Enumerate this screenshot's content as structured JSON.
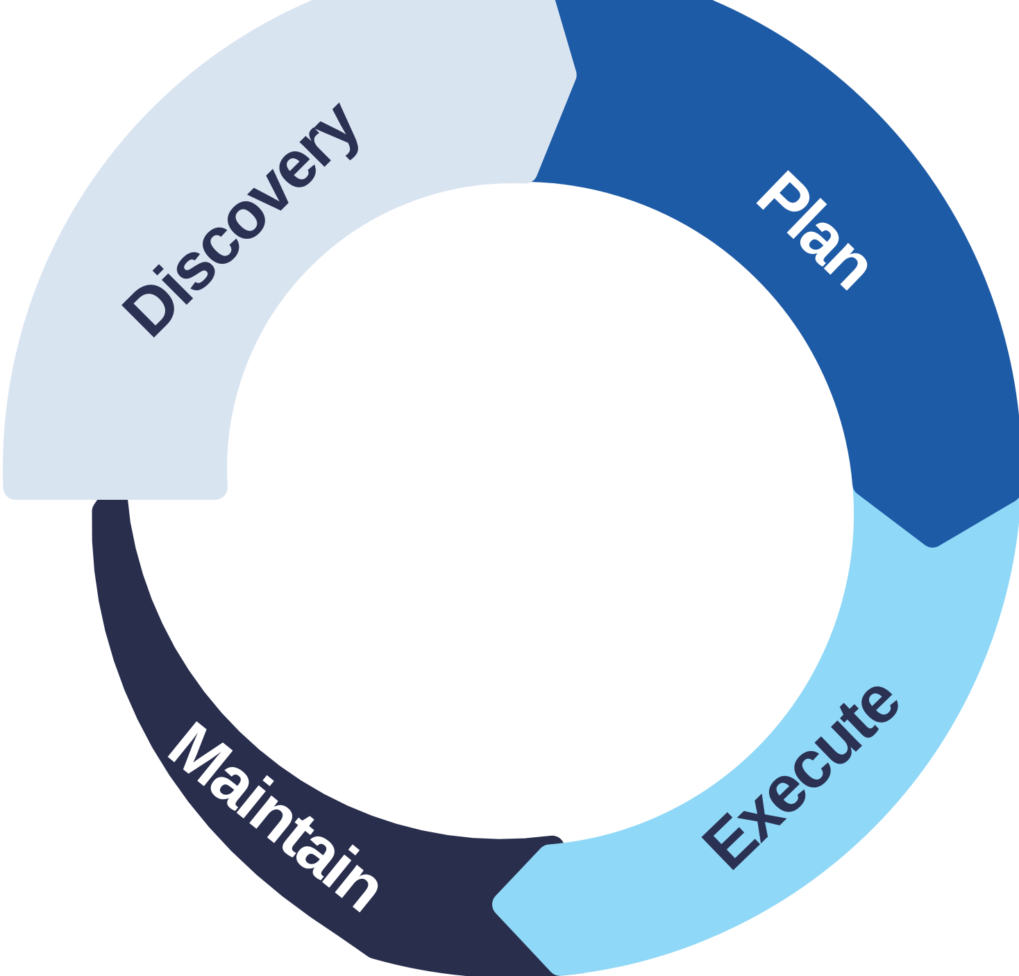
{
  "diagram": {
    "type": "cycle-diagram",
    "direction": "clockwise",
    "background": "#ffffff",
    "segments": [
      {
        "id": "discovery",
        "label": "Discovery",
        "color": "#D9E4F1",
        "label_color": "#2B3153",
        "order": 1,
        "position": "top-left",
        "end_style": "arrow",
        "start_style": "flat"
      },
      {
        "id": "plan",
        "label": "Plan",
        "color": "#1E5BA6",
        "label_color": "#FFFFFF",
        "order": 2,
        "position": "top-right",
        "end_style": "arrow",
        "start_style": "behind-previous-arrow"
      },
      {
        "id": "execute",
        "label": "Execute",
        "color": "#8FD8F7",
        "label_color": "#2B3153",
        "order": 3,
        "position": "bottom-right",
        "end_style": "arrow",
        "start_style": "behind-previous-arrow"
      },
      {
        "id": "maintain",
        "label": "Maintain",
        "color": "#292E4D",
        "label_color": "#FFFFFF",
        "order": 4,
        "position": "bottom-left",
        "end_style": "tapered-tail",
        "start_style": "behind-previous-arrow"
      }
    ]
  }
}
